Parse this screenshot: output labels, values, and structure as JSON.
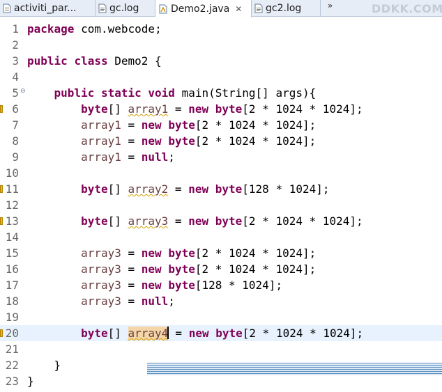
{
  "tabs": [
    {
      "label": "activiti_par...",
      "icon": "java-file-icon",
      "active": false
    },
    {
      "label": "gc.log",
      "icon": "text-file-icon",
      "active": false
    },
    {
      "label": "Demo2.java",
      "icon": "java-file-icon",
      "active": true,
      "close": "✕"
    },
    {
      "label": "gc2.log",
      "icon": "text-file-icon",
      "active": false
    }
  ],
  "overflow_chevron": "»",
  "watermark": "DDKK.COM",
  "editor": {
    "line_numbers": [
      "1",
      "2",
      "3",
      "4",
      "5",
      "6",
      "7",
      "8",
      "9",
      "10",
      "11",
      "12",
      "13",
      "14",
      "15",
      "16",
      "17",
      "18",
      "19",
      "20",
      "21",
      "22",
      "23"
    ],
    "lines": [
      "package com.webcode;",
      "",
      "public class Demo2 {",
      "",
      "    public static void main(String[] args){",
      "        byte[] array1 = new byte[2 * 1024 * 1024];",
      "        array1 = new byte[2 * 1024 * 1024];",
      "        array1 = new byte[2 * 1024 * 1024];",
      "        array1 = null;",
      "",
      "        byte[] array2 = new byte[128 * 1024];",
      "",
      "        byte[] array3 = new byte[2 * 1024 * 1024];",
      "",
      "        array3 = new byte[2 * 1024 * 1024];",
      "        array3 = new byte[2 * 1024 * 1024];",
      "        array3 = new byte[128 * 1024];",
      "        array3 = null;",
      "",
      "        byte[] array4 = new byte[2 * 1024 * 1024];",
      "",
      "    }",
      "}"
    ],
    "current_line": 20,
    "warning_lines": [
      6,
      11,
      13,
      20
    ],
    "fold_line": 5,
    "fold_glyph": "⊖"
  },
  "colors": {
    "keyword": "#7f0055",
    "variable": "#6a3e3e",
    "current_line_bg": "#e8f2fe",
    "occurrence_highlight": "#f3d5a7",
    "warning_marker": "#e7b416"
  }
}
